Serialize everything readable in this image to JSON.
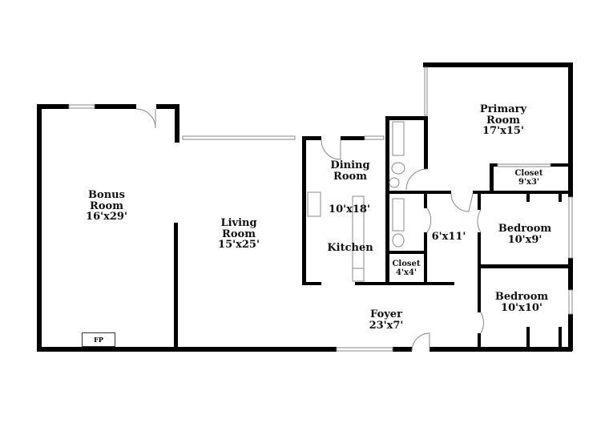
{
  "rooms": {
    "bonus": {
      "name_1": "Bonus",
      "name_2": "Room",
      "size": "16'x29'"
    },
    "living": {
      "name_1": "Living",
      "name_2": "Room",
      "size": "15'x25'"
    },
    "dining": {
      "name_1": "Dining",
      "name_2": "Room",
      "size": "10'x18'"
    },
    "kitchen": {
      "name": "Kitchen"
    },
    "primary": {
      "name_1": "Primary",
      "name_2": "Room",
      "size": "17'x15'"
    },
    "primary_closet": {
      "name": "Closet",
      "size": "9'x3'"
    },
    "hall": {
      "size": "6'x11'"
    },
    "bedroom1": {
      "name": "Bedroom",
      "size": "10'x9'"
    },
    "bedroom2": {
      "name": "Bedroom",
      "size": "10'x10'"
    },
    "closet_small": {
      "name": "Closet",
      "size": "4'x4'"
    },
    "foyer": {
      "name": "Foyer",
      "size": "23'x7'"
    }
  },
  "fireplace_label": "FP"
}
